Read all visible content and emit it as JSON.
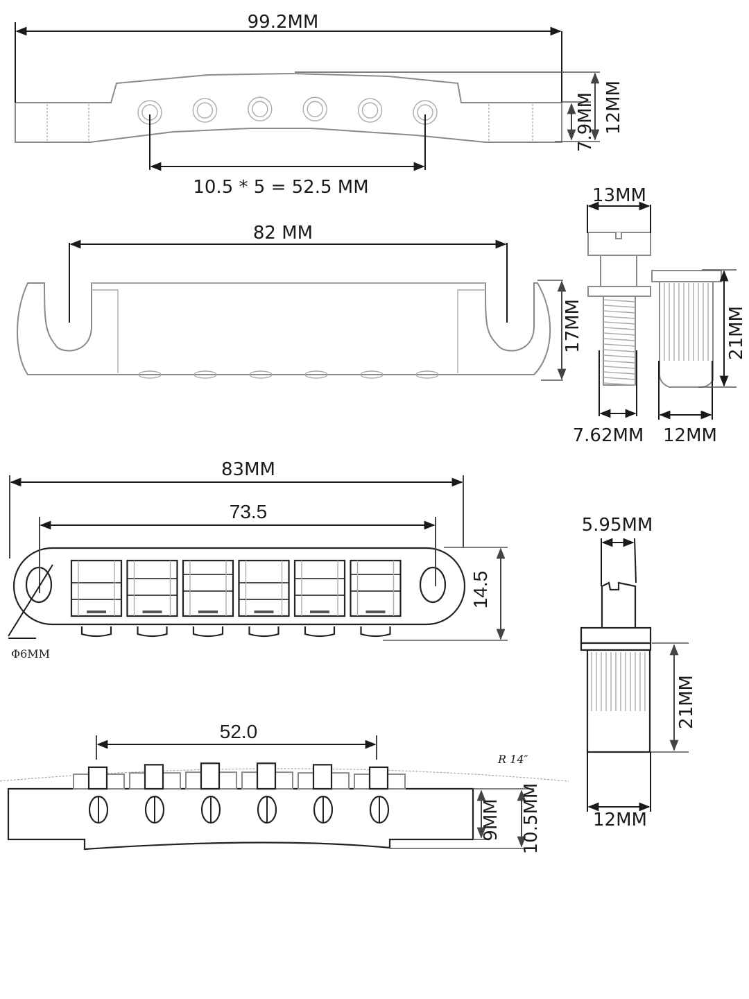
{
  "title": "Guitar Tailpiece and Tune-o-matic Bridge Dimension Drawing",
  "tailpiece_side": {
    "overall_length": "99.2MM",
    "stud_spacing": "10.5 * 5 = 52.5 MM",
    "body_height": "7.9MM",
    "total_height": "12MM",
    "string_holes": 6
  },
  "tailpiece_top": {
    "stud_slot_spacing": "82 MM",
    "height": "17MM"
  },
  "tailpiece_stud": {
    "head_width": "13MM",
    "thread_diameter": "7.62MM",
    "insert_width": "12MM",
    "insert_height": "21MM"
  },
  "bridge_top": {
    "overall_length": "83MM",
    "post_spacing": "73.5",
    "width": "14.5",
    "hole_diameter": "Φ6MM",
    "saddles": 6
  },
  "bridge_side": {
    "saddle_span": "52.0",
    "radius": "R 14″",
    "body_height": "9MM",
    "total_height": "10.5MM",
    "saddles": 6
  },
  "bridge_post": {
    "thread_diameter": "5.95MM",
    "insert_height": "21MM",
    "insert_width": "12MM"
  }
}
